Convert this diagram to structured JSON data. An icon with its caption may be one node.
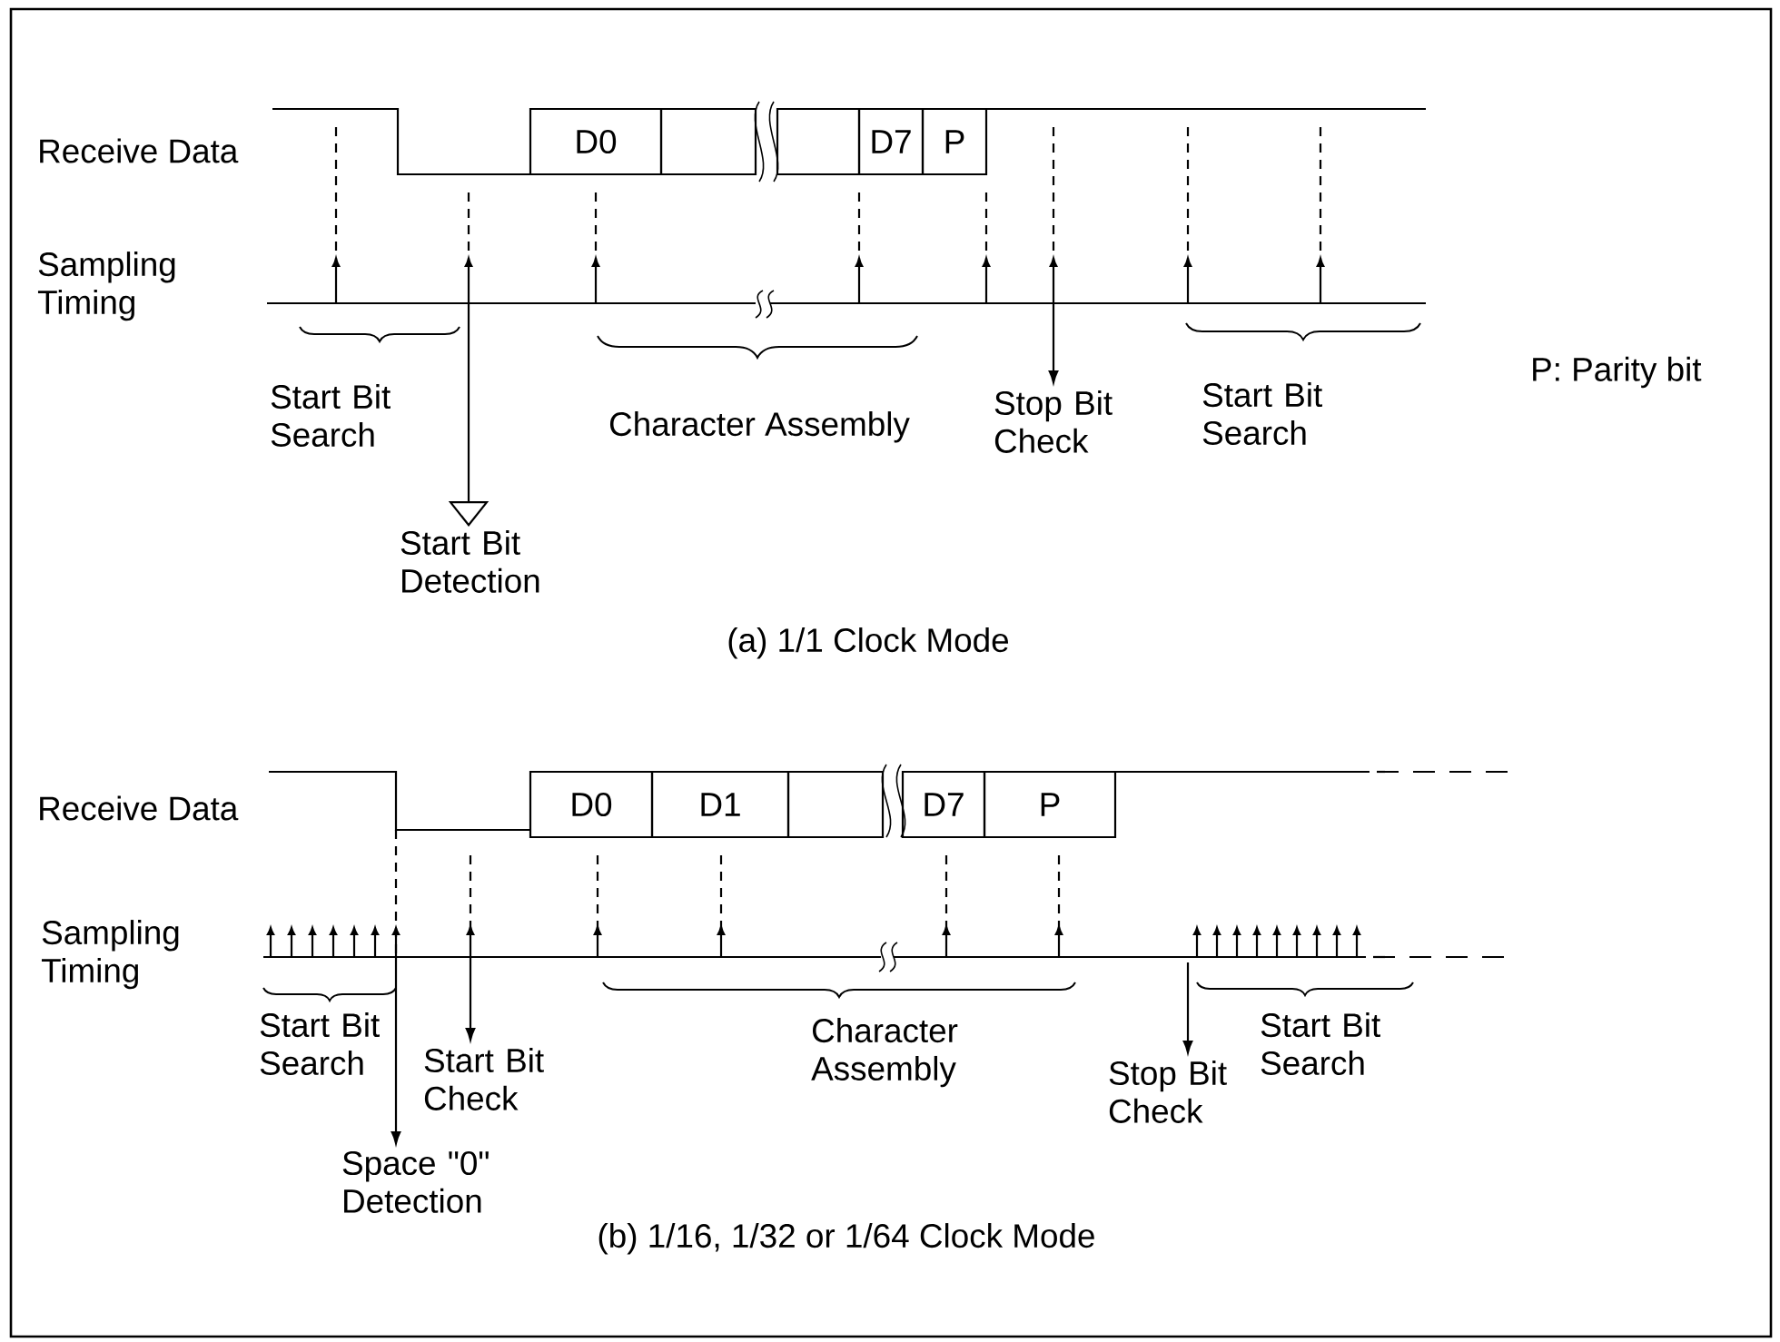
{
  "diagram": {
    "nodes": [
      {
        "text": [
          "D0"
        ]
      },
      {
        "text": [],
        "shape": "box"
      },
      {
        "text": [],
        "shape": "box"
      },
      {
        "text": [
          "D7"
        ]
      },
      {
        "text": [
          "P"
        ]
      },
      {
        "text": [
          "Start Bit Detection"
        ]
      },
      {
        "text": [
          "Stop Bit Check"
        ]
      },
      {
        "text": [
          "D0"
        ]
      },
      {
        "text": [
          "D1"
        ]
      },
      {
        "text": [],
        "shape": "box"
      },
      {
        "text": [
          "D7"
        ]
      },
      {
        "text": [
          "P"
        ]
      },
      {
        "text": [
          "Start Bit Check"
        ]
      },
      {
        "text": [
          "Space \"0\" Detection"
        ]
      },
      {
        "text": [
          "Stop Bit Check"
        ]
      }
    ],
    "edges": [
      {
        "from": null,
        "to": 5,
        "arrow": "to"
      },
      {
        "from": null,
        "to": 6,
        "arrow": "to"
      },
      {
        "from": null,
        "to": 13,
        "arrow": "to"
      },
      {
        "from": null,
        "to": 12,
        "arrow": "to"
      },
      {
        "from": null,
        "to": 14,
        "arrow": "to"
      }
    ],
    "labels": [
      "Receive Data",
      "Sampling Timing",
      "Start Bit Search",
      "Character Assembly",
      "Start Bit Search",
      "P: Parity bit",
      "(a) 1/1 Clock Mode",
      "Receive Data",
      "Sampling Timing",
      "Start Bit Search",
      "Character Assembly",
      "Start Bit Search",
      "(b) 1/16, 1/32 or 1/64 Clock Mode"
    ]
  }
}
